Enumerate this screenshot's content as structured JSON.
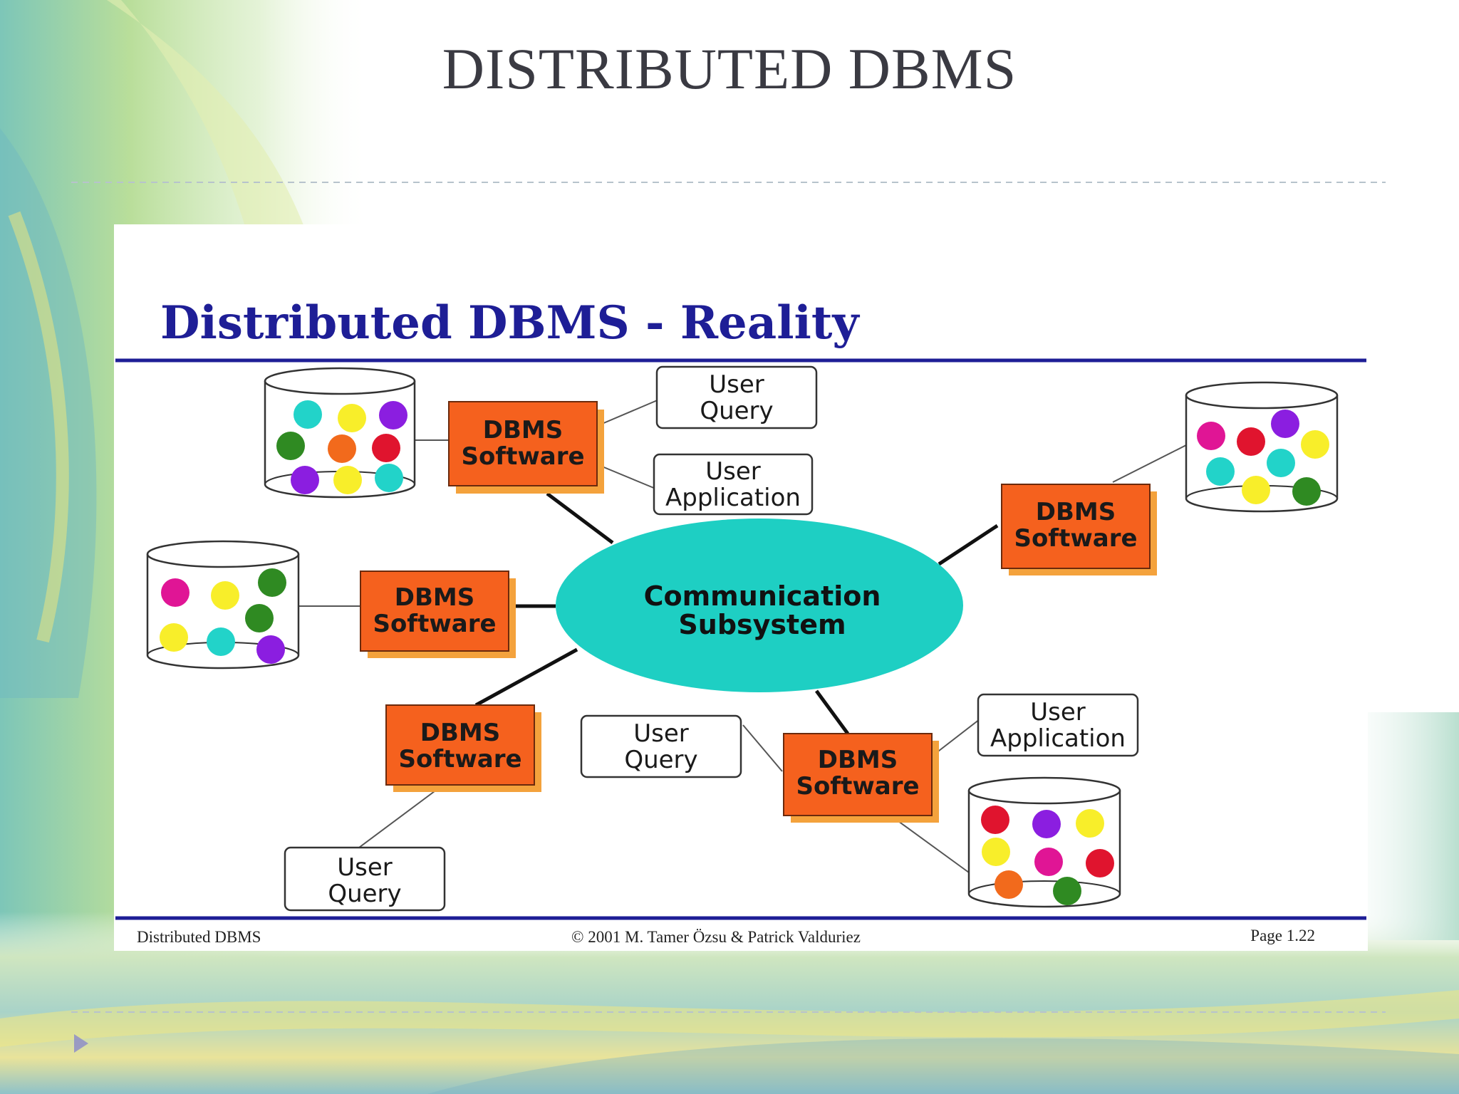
{
  "slide": {
    "title": "DISTRIBUTED DBMS"
  },
  "diagram": {
    "title": "Distributed DBMS - Reality",
    "hub_label": [
      "Communication",
      "Subsystem"
    ],
    "node_label": [
      "DBMS",
      "Software"
    ],
    "user_query_label": [
      "User",
      "Query"
    ],
    "user_application_label": [
      "User",
      "Application"
    ],
    "footer": {
      "left": "Distributed DBMS",
      "center": "© 2001 M. Tamer Özsu & Patrick Valduriez",
      "right": "Page 1.22"
    }
  },
  "colors": {
    "accent_blue": "#1e1e96",
    "dbms_box": "#f5611e",
    "dbms_shadow": "#f4a23c",
    "hub": "#1ecfc3"
  }
}
